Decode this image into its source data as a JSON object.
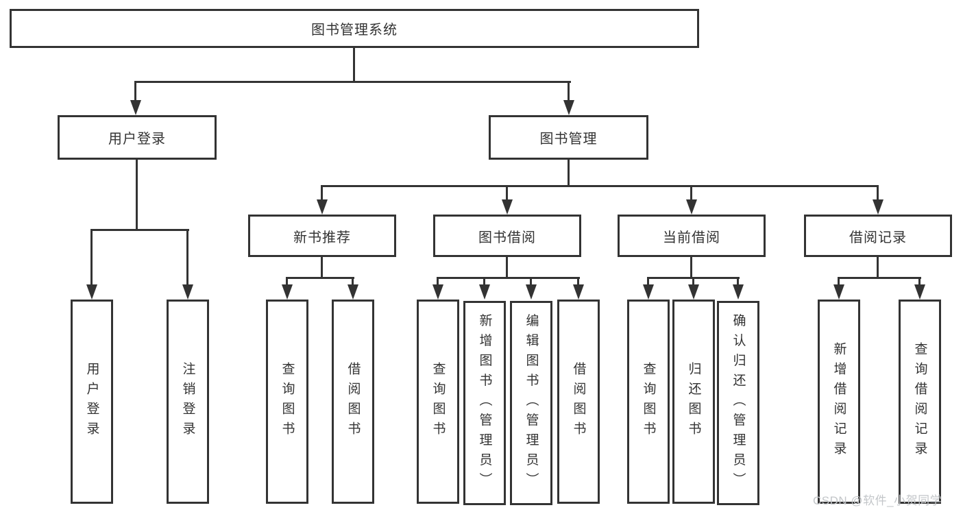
{
  "colors": {
    "line": "#333333",
    "text": "#333333",
    "watermark": "#c3c6c9",
    "background": "#ffffff"
  },
  "root": {
    "label": "图书管理系统"
  },
  "level1": {
    "user_login": "用户登录",
    "book_management": "图书管理"
  },
  "level2": {
    "new_book_recommend": "新书推荐",
    "book_borrow": "图书借阅",
    "current_borrow": "当前借阅",
    "borrow_records": "借阅记录"
  },
  "leaves": {
    "user_login": [
      "用户登录",
      "注销登录"
    ],
    "new_book_recommend": [
      "查询图书",
      "借阅图书"
    ],
    "book_borrow": [
      "查询图书",
      "新增图书（管理员）",
      "编辑图书（管理员）",
      "借阅图书"
    ],
    "current_borrow": [
      "查询图书",
      "归还图书",
      "确认归还（管理员）"
    ],
    "borrow_records": [
      "新增借阅记录",
      "查询借阅记录"
    ]
  },
  "watermark": "CSDN @软件_小贺同学"
}
